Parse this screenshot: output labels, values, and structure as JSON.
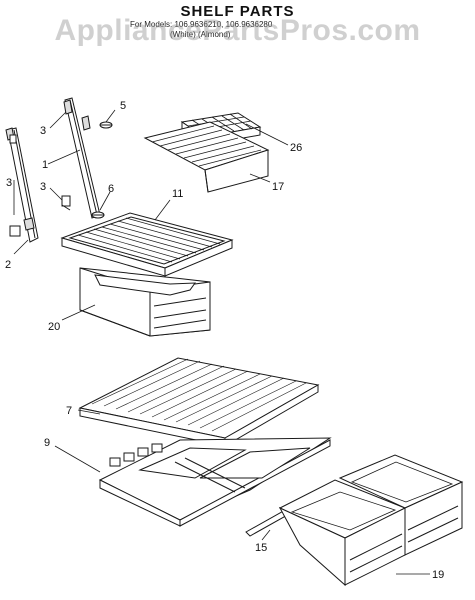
{
  "header": {
    "title": "SHELF PARTS",
    "model_line_1": "For Models: 106.9636210, 106.9636280",
    "model_line_2": "(White)          (Almond)",
    "watermark": "AppliancePartsPros.com"
  },
  "callouts": {
    "c1": "1",
    "c2": "2",
    "c3a": "3",
    "c3b": "3",
    "c3c": "3",
    "c5": "5",
    "c6": "6",
    "c7": "7",
    "c9": "9",
    "c11": "11",
    "c15": "15",
    "c17": "17",
    "c19": "19",
    "c20": "20",
    "c26": "26"
  },
  "colors": {
    "line": "#1a1a1a",
    "watermark": "#969696"
  }
}
